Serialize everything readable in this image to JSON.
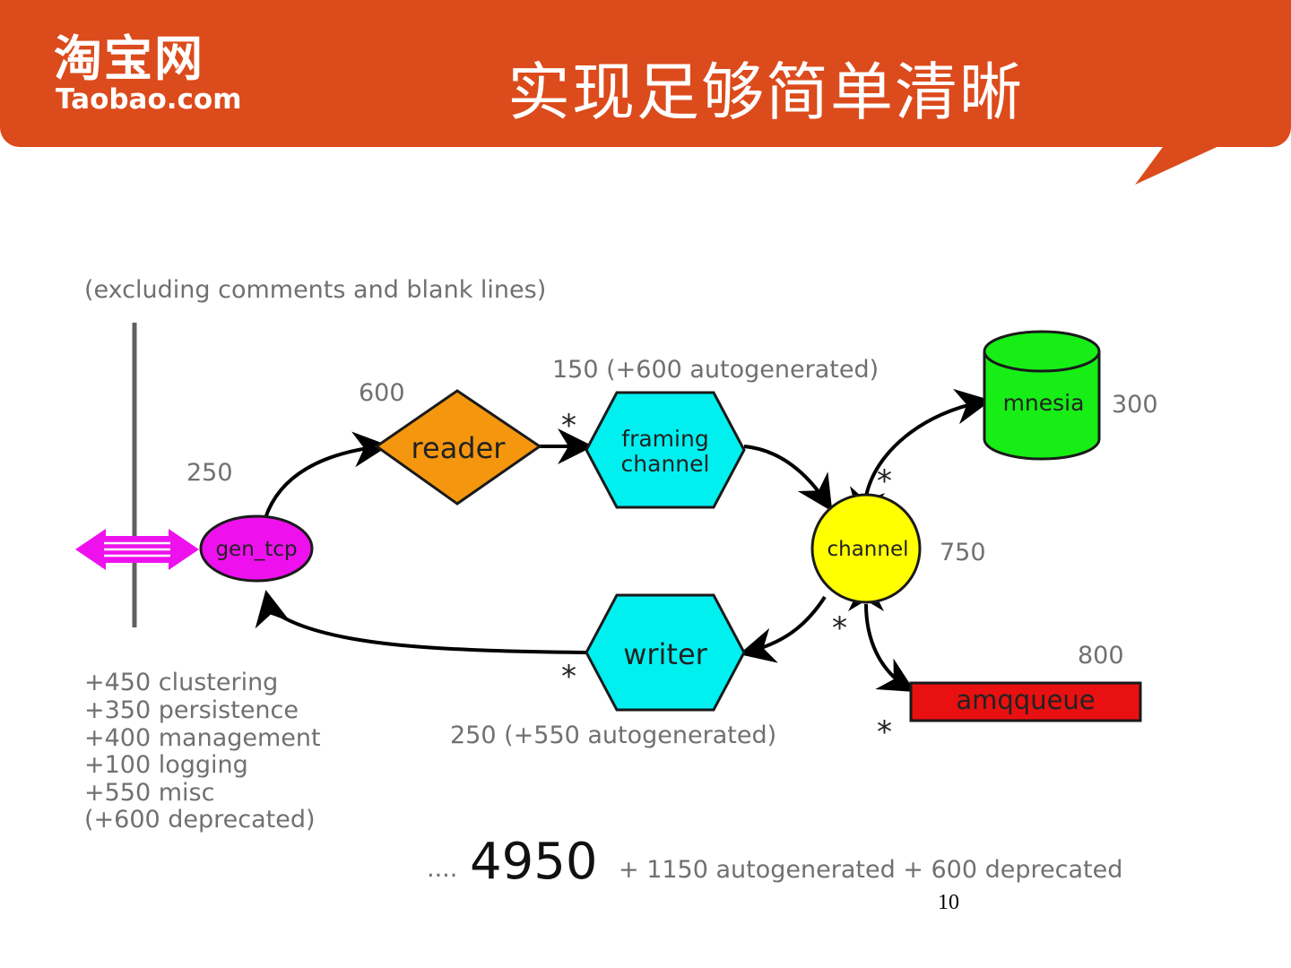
{
  "header": {
    "logo_cn": "淘宝网",
    "logo_en": "Taobao.com",
    "title": "实现足够简单清晰",
    "color": "#dc4b1c"
  },
  "diagram": {
    "note": "(excluding comments and blank lines)",
    "nodes": {
      "gen_tcp": {
        "label": "gen_tcp",
        "count": "250",
        "color": "#ee11ee"
      },
      "reader": {
        "label": "reader",
        "count": "600",
        "color": "#f5960f"
      },
      "framing_channel": {
        "label_line1": "framing",
        "label_line2": "channel",
        "count": "150 (+600 autogenerated)",
        "color": "#00f0f0"
      },
      "channel": {
        "label": "channel",
        "count": "750",
        "color": "#ffff00"
      },
      "mnesia": {
        "label": "mnesia",
        "count": "300",
        "color": "#16ee16"
      },
      "writer": {
        "label": "writer",
        "count": "250 (+550 autogenerated)",
        "color": "#00f0f0"
      },
      "amqqueue": {
        "label": "amqqueue",
        "count": "800",
        "color": "#e81010"
      }
    },
    "multiplicity": "*",
    "extras": [
      "+450 clustering",
      "+350 persistence",
      "+400 management",
      "+100 logging",
      "+550 misc",
      "(+600 deprecated)"
    ],
    "total": {
      "prefix": "....",
      "value": "4950",
      "suffix": "+ 1150 autogenerated + 600 deprecated"
    }
  },
  "page_number": "10"
}
